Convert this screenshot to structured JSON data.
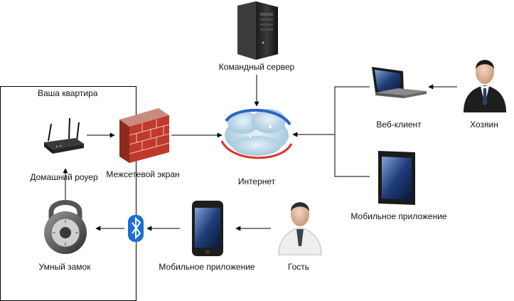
{
  "apartment": {
    "label": "Ваша квартира"
  },
  "nodes": {
    "server": {
      "label": "Командный сервер",
      "icon": "server-icon"
    },
    "internet": {
      "label": "Интернет",
      "icon": "cloud-icon"
    },
    "router": {
      "label": "Домашний роуер",
      "icon": "router-icon"
    },
    "firewall": {
      "label": "Межсетевой экран",
      "icon": "firewall-icon"
    },
    "lock": {
      "label": "Умный замок",
      "icon": "lock-icon"
    },
    "bluetooth": {
      "label": "",
      "icon": "bluetooth-icon"
    },
    "phone": {
      "label": "Мобильное приложение",
      "icon": "phone-icon"
    },
    "guest": {
      "label": "Гость",
      "icon": "person-icon"
    },
    "webclient": {
      "label": "Веб-клиент",
      "icon": "laptop-icon"
    },
    "owner": {
      "label": "Хозяин",
      "icon": "person-icon"
    },
    "tablet": {
      "label": "Мобильное приложение",
      "icon": "tablet-icon"
    }
  },
  "colors": {
    "line": "#000000",
    "brick": "#c0392b",
    "bluetooth": "#1a6fd1",
    "cloud": "#a9cde3",
    "swoosh_red": "#d9342b",
    "swoosh_blue": "#2a63c4"
  }
}
